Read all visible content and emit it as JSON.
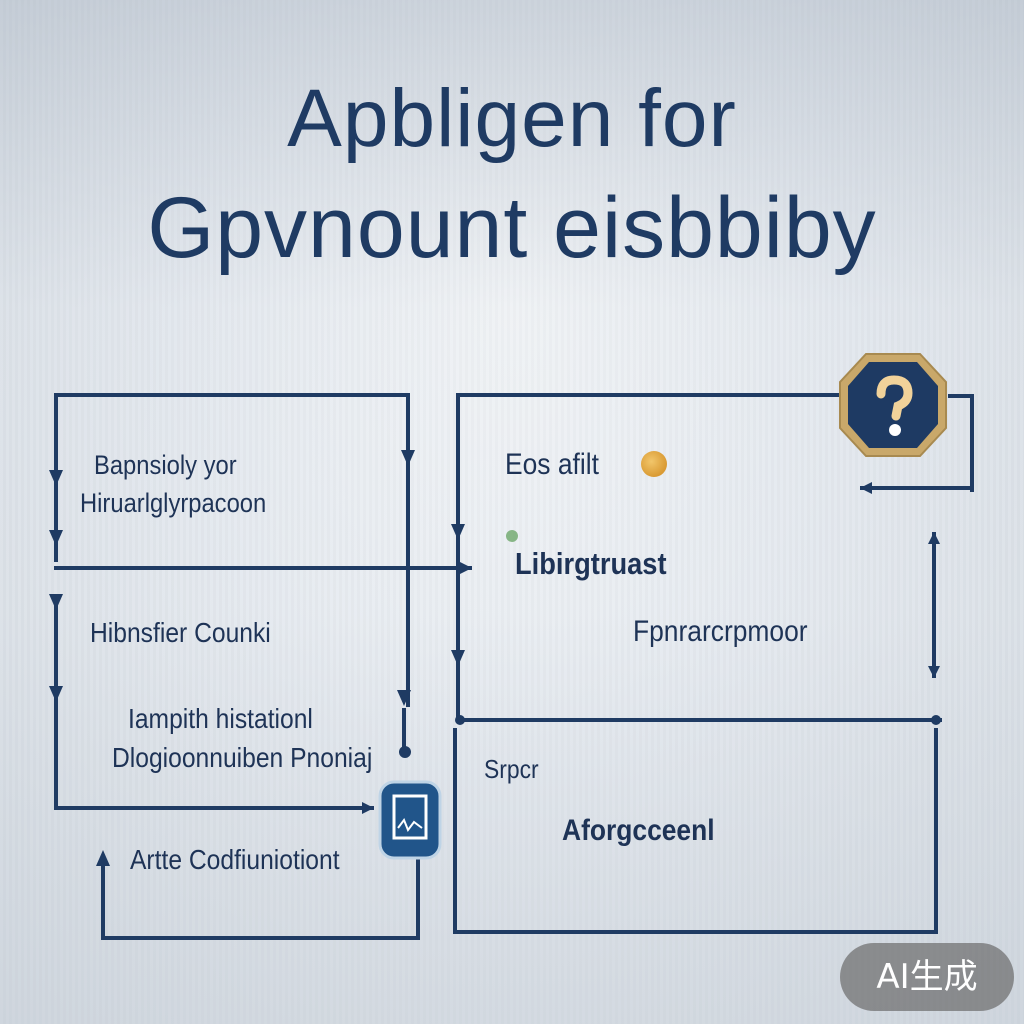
{
  "title": {
    "line1": "Apbligen for",
    "line2": "Gpvnount eisbbiby"
  },
  "left_column": {
    "box1": {
      "line1": "Bapnsioly yor",
      "line2": "Hiruarlglyrpacoon"
    },
    "box2": {
      "label": "Hibnsfier Counki"
    },
    "box3": {
      "line1": "Iampith histationl",
      "line2": "Dlogioonnuiben Pnoniaj"
    },
    "box4": {
      "label": "Artte Codfiuniotiont"
    }
  },
  "right_column": {
    "top_box": {
      "label1": "Eos afilt",
      "label2": "Libirgtruast",
      "label3": "Fpnrarcrpmoor"
    },
    "bottom_box": {
      "label1": "Srpcr",
      "label2": "Aforgcceenl"
    }
  },
  "icons": {
    "help": "question-mark-icon",
    "document": "document-icon"
  },
  "badge": {
    "label": "AI生成"
  },
  "colors": {
    "line": "#1f3b63",
    "title": "#1f3b63",
    "badge_frame": "#c7a567",
    "badge_fill": "#1e3a63"
  }
}
